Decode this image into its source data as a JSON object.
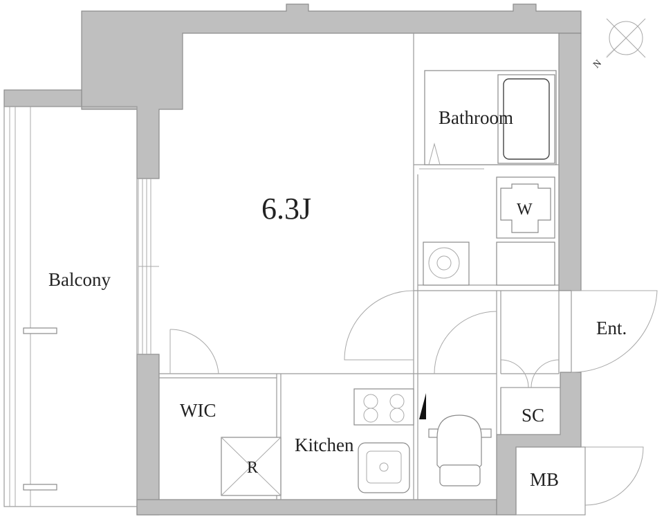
{
  "labels": {
    "area": "6.3J",
    "bathroom": "Bathroom",
    "washer": "W",
    "balcony": "Balcony",
    "entrance": "Ent.",
    "wic": "WIC",
    "kitchen": "Kitchen",
    "refrigerator": "R",
    "shoe_closet": "SC",
    "meter_box": "MB"
  },
  "compass": {
    "north_mark": "N"
  }
}
